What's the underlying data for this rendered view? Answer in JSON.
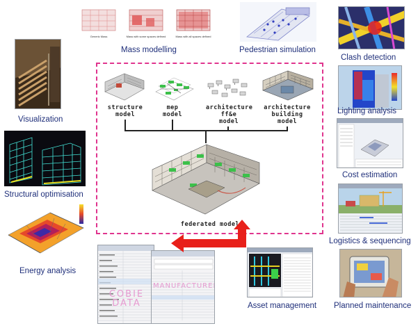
{
  "labels": {
    "mass_modelling": "Mass modelling",
    "pedestrian_simulation": "Pedestrian simulation",
    "clash_detection": "Clash detection",
    "visualization": "Visualization",
    "lighting_analysis": "Lighting analysis",
    "structural_optimisation": "Structural optimisation",
    "cost_estimation": "Cost estimation",
    "energy_analysis": "Energy analysis",
    "logistics_sequencing": "Logistics & sequencing",
    "asset_management": "Asset management",
    "planned_maintenance": "Planned maintenance"
  },
  "mass_captions": [
    "Generic Mass",
    "Mass with some spaces defined",
    "Mass with all spaces defined"
  ],
  "models": {
    "structure": "structure\nmodel",
    "mep": "mep\nmodel",
    "architecture_ffe": "architecture\nff&e\nmodel",
    "architecture_building": "architecture\nbuilding\nmodel",
    "federated": "federated model"
  },
  "cobie": {
    "line1": "COBIE",
    "line2": "DATA",
    "overlay": "MANUFACTURER"
  },
  "colors": {
    "label_text": "#1f2f7a",
    "frame": "#e0348e",
    "arrow": "#e8201a"
  }
}
